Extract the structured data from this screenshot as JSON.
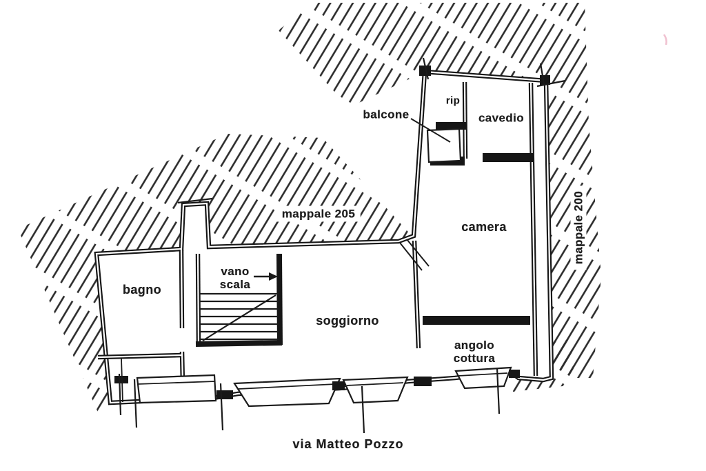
{
  "labels": {
    "bagno": "bagno",
    "vano_scala": "vano scala",
    "soggiorno": "soggiorno",
    "camera": "camera",
    "angolo_cottura": "angolo cottura",
    "balcone": "balcone",
    "rip": "rip",
    "cavedio": "cavedio",
    "mappale_subject": "mappale 205",
    "mappale_neighbor": "mappale 200",
    "street": "via Matteo Pozzo"
  },
  "colors": {
    "ink": "#1a1a1a",
    "paper": "#ffffff",
    "scan_artifact_pink": "#e9a7bc"
  }
}
